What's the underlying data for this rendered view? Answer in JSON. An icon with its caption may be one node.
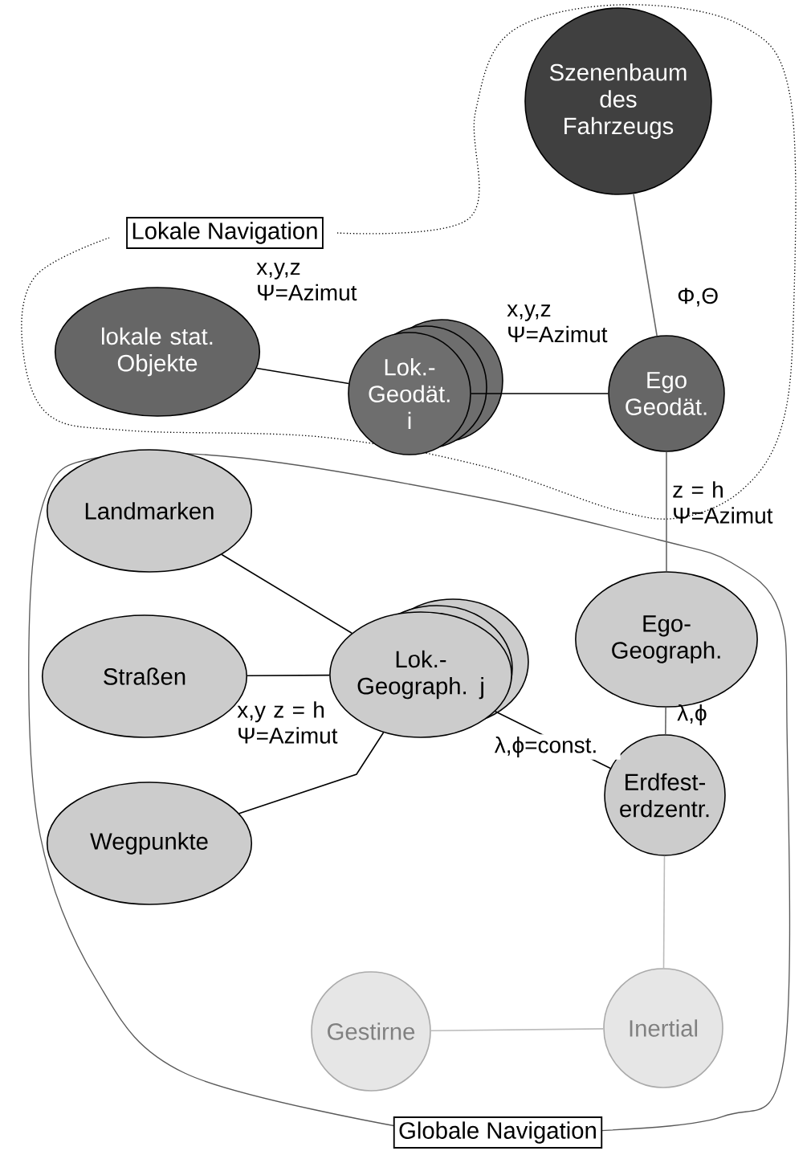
{
  "diagram": {
    "nodes": [
      {
        "text": [
          "Lokale Navigation"
        ]
      },
      {
        "text": [
          "Szenenbaum des Fahrzeugs"
        ],
        "in": 0
      },
      {
        "text": [
          "lokale stat. Objekte"
        ],
        "in": 0
      },
      {
        "text": [
          "Lok.- Geodät. i"
        ],
        "in": 0
      },
      {
        "text": [
          "Ego Geodät."
        ],
        "in": 0
      },
      {
        "text": [
          "Landmarken"
        ],
        "in": 13
      },
      {
        "text": [
          "Ego- Geograph."
        ],
        "in": 13
      },
      {
        "text": [
          "Straßen"
        ],
        "in": 13
      },
      {
        "text": [
          "Lok.- Geograph. j"
        ],
        "in": 13
      },
      {
        "text": [
          "Wegpunkte"
        ],
        "in": 13
      },
      {
        "text": [
          "Erdfest- erdzentr."
        ],
        "in": 13
      },
      {
        "text": [
          "Gestirne"
        ],
        "in": 13
      },
      {
        "text": [
          "Inertial"
        ],
        "in": 13
      },
      {
        "text": [
          "Globale Navigation"
        ]
      }
    ],
    "edges": [
      {
        "from": 1,
        "to": 4,
        "arrow": "none",
        "label": "Φ,Θ",
        "color": "#666666"
      },
      {
        "from": 2,
        "to": 3,
        "arrow": "none",
        "label": "x,y,z Ψ=Azimut"
      },
      {
        "from": 3,
        "to": 4,
        "arrow": "none",
        "label": "x,y,z Ψ=Azimut"
      },
      {
        "from": 4,
        "to": 6,
        "arrow": "none",
        "label": "z = h Ψ=Azimut",
        "color": "#666666"
      },
      {
        "from": 5,
        "to": 8,
        "arrow": "none"
      },
      {
        "from": 7,
        "to": 8,
        "arrow": "none",
        "label": "x,y z = h Ψ=Azimut"
      },
      {
        "from": 9,
        "to": 8,
        "arrow": "none"
      },
      {
        "from": 6,
        "to": 10,
        "arrow": "none",
        "label": "λ,ϕ",
        "color": "#666666"
      },
      {
        "from": 8,
        "to": 10,
        "arrow": "none",
        "label": "λ,ϕ=const."
      },
      {
        "from": 10,
        "to": 12,
        "arrow": "none",
        "color": "#bbbbbb"
      },
      {
        "from": 11,
        "to": 12,
        "arrow": "none",
        "color": "#bbbbbb"
      }
    ]
  }
}
